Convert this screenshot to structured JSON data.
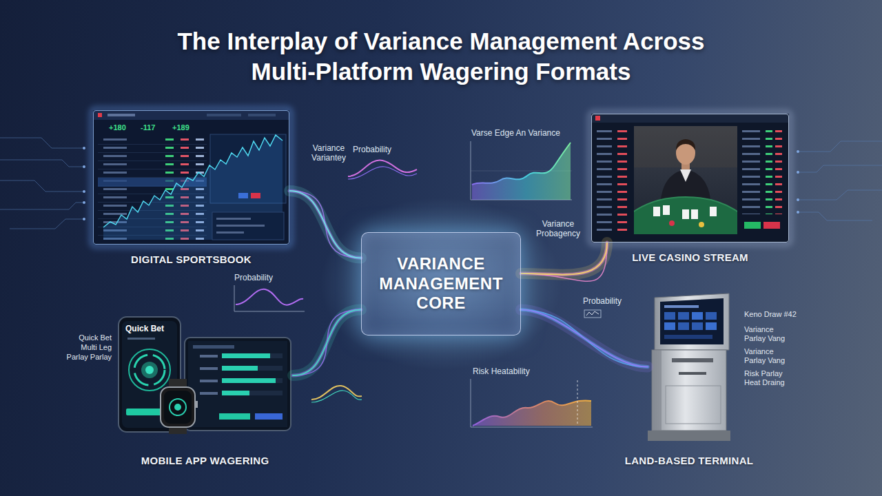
{
  "diagram": {
    "title": "The Interplay of Variance Management Across Multi-Platform Wagering Formats",
    "nodes": [
      {
        "text": [
          "DIGITAL SPORTSBOOK"
        ]
      },
      {
        "text": [
          "LIVE CASINO STREAM"
        ]
      },
      {
        "text": [
          "VARIANCE MANAGEMENT CORE"
        ]
      },
      {
        "text": [
          "MOBILE APP WAGERING"
        ]
      },
      {
        "text": [
          "LAND-BASED TERMINAL"
        ]
      }
    ],
    "edges": [
      {
        "from": 2,
        "to": 0,
        "arrow": "none"
      },
      {
        "from": 2,
        "to": 1,
        "arrow": "none"
      },
      {
        "from": 2,
        "to": 3,
        "arrow": "none"
      },
      {
        "from": 2,
        "to": 4,
        "arrow": "none"
      }
    ],
    "labels": [
      "Variance Variantey",
      "Probability",
      "Varse Edge An Variance",
      "Variance Probagency",
      "Probability",
      "Probability",
      "Risk Heatability",
      "Quick Bet",
      "Multi Leg",
      "Parlay Parlay",
      "Keno Draw #42",
      "Variance Parlay Vang",
      "Variance Parlay Vang",
      "Risk Parlay Heat Draing",
      "Quick Bet",
      "+180",
      "-117",
      "+189"
    ]
  }
}
